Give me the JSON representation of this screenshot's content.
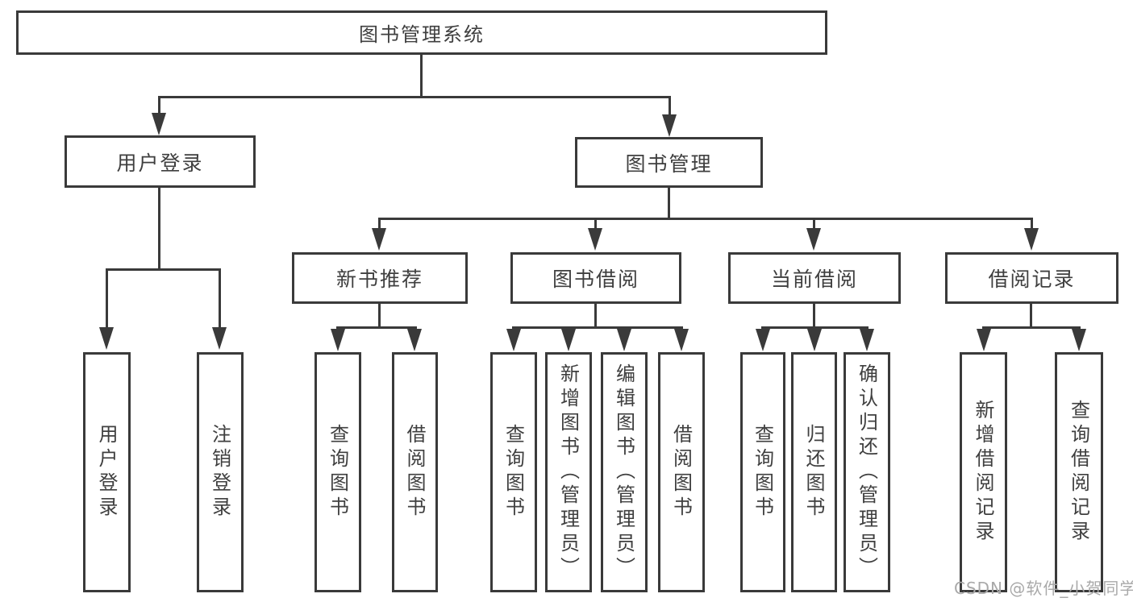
{
  "colors": {
    "line": "#3a3a3a",
    "text": "#3f3f3f",
    "background": "#ffffff",
    "watermark": "#a9a9a9"
  },
  "diagram": {
    "type": "hierarchy-tree",
    "nodes": {
      "root": "图书管理系统",
      "user_login": "用户登录",
      "book_management": "图书管理",
      "new_book_recommend": "新书推荐",
      "book_borrow": "图书借阅",
      "current_borrow": "当前借阅",
      "borrow_records": "借阅记录",
      "leaves": [
        "用户登录",
        "注销登录",
        "查询图书",
        "借阅图书",
        "查询图书",
        "新增图书（管理员）",
        "编辑图书（管理员）",
        "借阅图书",
        "查询图书",
        "归还图书",
        "确认归还（管理员）",
        "新增借阅记录",
        "查询借阅记录"
      ]
    },
    "edges": [
      [
        "图书管理系统",
        "用户登录"
      ],
      [
        "图书管理系统",
        "图书管理"
      ],
      [
        "用户登录",
        "用户登录(叶)"
      ],
      [
        "用户登录",
        "注销登录"
      ],
      [
        "图书管理",
        "新书推荐"
      ],
      [
        "图书管理",
        "图书借阅"
      ],
      [
        "图书管理",
        "当前借阅"
      ],
      [
        "图书管理",
        "借阅记录"
      ],
      [
        "新书推荐",
        "查询图书"
      ],
      [
        "新书推荐",
        "借阅图书"
      ],
      [
        "图书借阅",
        "查询图书"
      ],
      [
        "图书借阅",
        "新增图书（管理员）"
      ],
      [
        "图书借阅",
        "编辑图书（管理员）"
      ],
      [
        "图书借阅",
        "借阅图书"
      ],
      [
        "当前借阅",
        "查询图书"
      ],
      [
        "当前借阅",
        "归还图书"
      ],
      [
        "当前借阅",
        "确认归还（管理员）"
      ],
      [
        "借阅记录",
        "新增借阅记录"
      ],
      [
        "借阅记录",
        "查询借阅记录"
      ]
    ]
  },
  "watermark": "CSDN @软件_小贺同学"
}
